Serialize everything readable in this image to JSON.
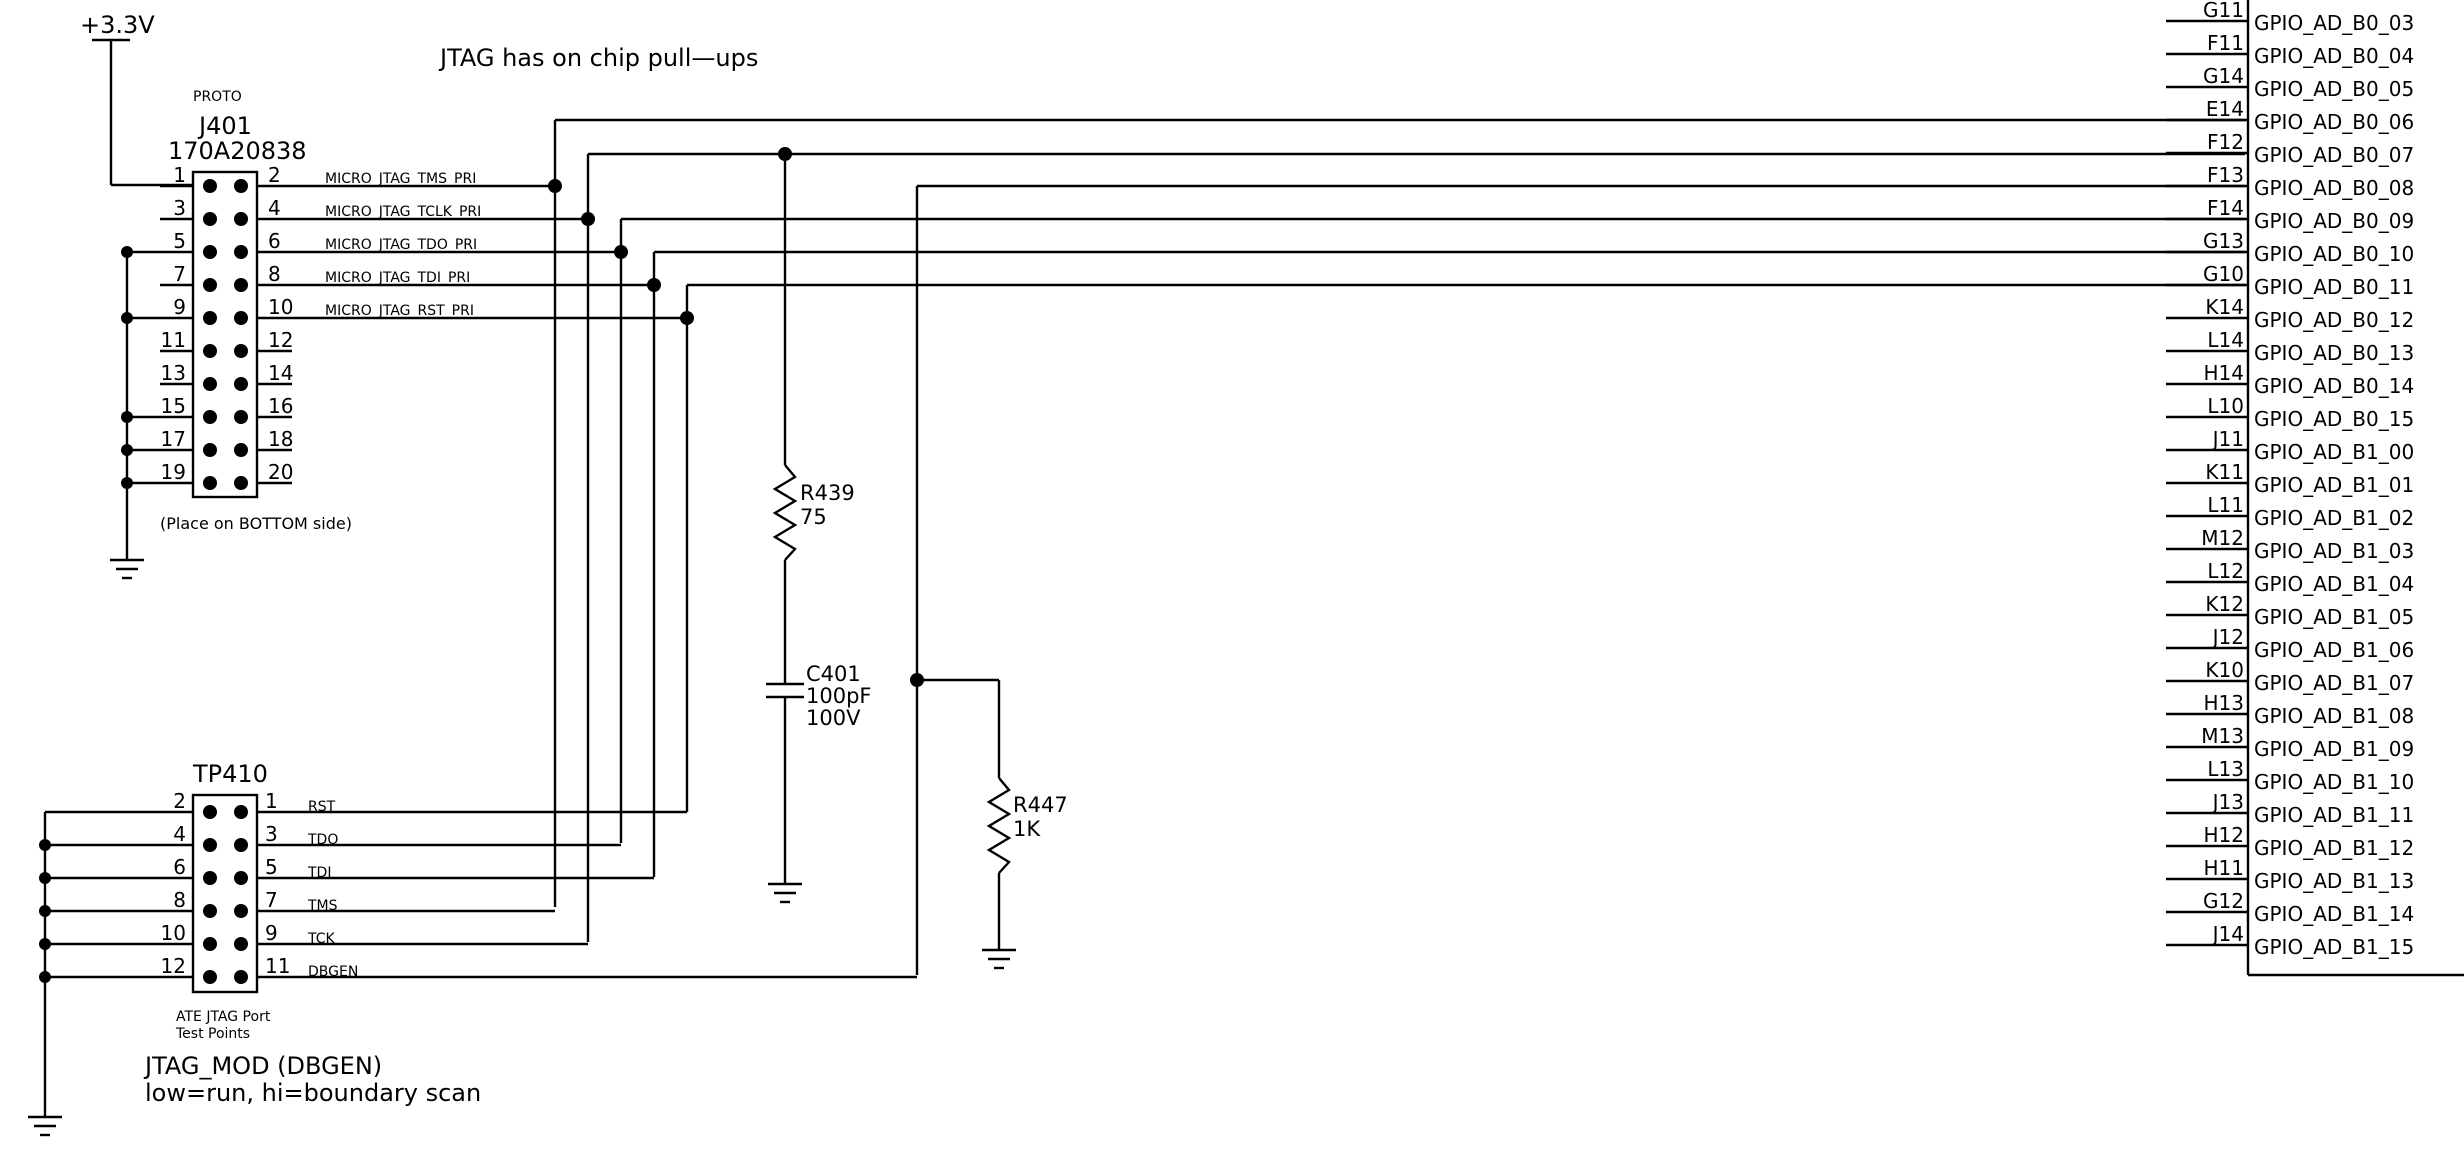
{
  "power_label": "+3.3V",
  "note_pullups": "JTAG has on chip pull—ups",
  "j401": {
    "proto": "PROTO",
    "ref": "J401",
    "part": "170A20838",
    "note": "(Place on BOTTOM side)",
    "left_pins": [
      "1",
      "3",
      "5",
      "7",
      "9",
      "11",
      "13",
      "15",
      "17",
      "19"
    ],
    "right_pins": [
      "2",
      "4",
      "6",
      "8",
      "10",
      "12",
      "14",
      "16",
      "18",
      "20"
    ]
  },
  "nets": [
    "MICRO_JTAG_TMS_PRI",
    "MICRO_JTAG_TCLK_PRI",
    "MICRO_JTAG_TDO_PRI",
    "MICRO_JTAG_TDI_PRI",
    "MICRO_JTAG_RST_PRI"
  ],
  "tp410": {
    "ref": "TP410",
    "caption_line1": "ATE JTAG Port",
    "caption_line2": "Test Points",
    "left_pins": [
      "2",
      "4",
      "6",
      "8",
      "10",
      "12"
    ],
    "right_pins": [
      "1",
      "3",
      "5",
      "7",
      "9",
      "11"
    ],
    "signals": [
      "RST",
      "TDO",
      "TDI",
      "TMS",
      "TCK",
      "DBGEN"
    ]
  },
  "r439": {
    "ref": "R439",
    "value": "75"
  },
  "c401": {
    "ref": "C401",
    "value": "100pF",
    "voltage": "100V"
  },
  "r447": {
    "ref": "R447",
    "value": "1K"
  },
  "jtag_mod_line1": "JTAG_MOD (DBGEN)",
  "jtag_mod_line2": "low=run, hi=boundary scan",
  "mcu_pins": [
    {
      "ball": "G11",
      "name": "GPIO_AD_B0_03"
    },
    {
      "ball": "F11",
      "name": "GPIO_AD_B0_04"
    },
    {
      "ball": "G14",
      "name": "GPIO_AD_B0_05"
    },
    {
      "ball": "E14",
      "name": "GPIO_AD_B0_06"
    },
    {
      "ball": "F12",
      "name": "GPIO_AD_B0_07"
    },
    {
      "ball": "F13",
      "name": "GPIO_AD_B0_08"
    },
    {
      "ball": "F14",
      "name": "GPIO_AD_B0_09"
    },
    {
      "ball": "G13",
      "name": "GPIO_AD_B0_10"
    },
    {
      "ball": "G10",
      "name": "GPIO_AD_B0_11"
    },
    {
      "ball": "K14",
      "name": "GPIO_AD_B0_12"
    },
    {
      "ball": "L14",
      "name": "GPIO_AD_B0_13"
    },
    {
      "ball": "H14",
      "name": "GPIO_AD_B0_14"
    },
    {
      "ball": "L10",
      "name": "GPIO_AD_B0_15"
    },
    {
      "ball": "J11",
      "name": "GPIO_AD_B1_00"
    },
    {
      "ball": "K11",
      "name": "GPIO_AD_B1_01"
    },
    {
      "ball": "L11",
      "name": "GPIO_AD_B1_02"
    },
    {
      "ball": "M12",
      "name": "GPIO_AD_B1_03"
    },
    {
      "ball": "L12",
      "name": "GPIO_AD_B1_04"
    },
    {
      "ball": "K12",
      "name": "GPIO_AD_B1_05"
    },
    {
      "ball": "J12",
      "name": "GPIO_AD_B1_06"
    },
    {
      "ball": "K10",
      "name": "GPIO_AD_B1_07"
    },
    {
      "ball": "H13",
      "name": "GPIO_AD_B1_08"
    },
    {
      "ball": "M13",
      "name": "GPIO_AD_B1_09"
    },
    {
      "ball": "L13",
      "name": "GPIO_AD_B1_10"
    },
    {
      "ball": "J13",
      "name": "GPIO_AD_B1_11"
    },
    {
      "ball": "H12",
      "name": "GPIO_AD_B1_12"
    },
    {
      "ball": "H11",
      "name": "GPIO_AD_B1_13"
    },
    {
      "ball": "G12",
      "name": "GPIO_AD_B1_14"
    },
    {
      "ball": "J14",
      "name": "GPIO_AD_B1_15"
    }
  ]
}
